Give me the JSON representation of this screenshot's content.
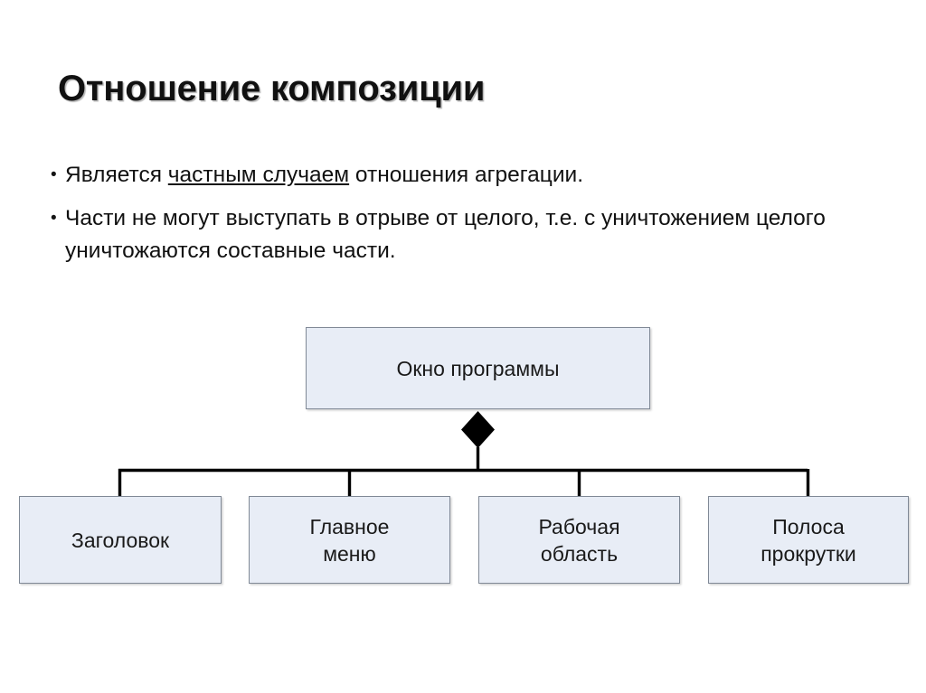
{
  "slide": {
    "title": "Отношение композиции",
    "bullets": [
      {
        "marker": "•",
        "prefix": "Является ",
        "underlined": "частным случаем",
        "suffix": " отношения агрегации."
      },
      {
        "marker": "•",
        "text": "Части не могут выступать в отрыве от целого, т.е. с уничтожением целого уничтожаются составные части."
      }
    ]
  },
  "diagram": {
    "type": "uml-composition",
    "relation_symbol": "filled-diamond",
    "root": {
      "label": "Окно программы"
    },
    "parts": [
      {
        "label": "Заголовок"
      },
      {
        "label": "Главное\nменю"
      },
      {
        "label": "Рабочая\nобласть"
      },
      {
        "label": "Полоса\nпрокрутки"
      }
    ],
    "colors": {
      "node_fill": "#e8edf6",
      "node_border": "#808996",
      "connector": "#000000",
      "text": "#1a1a1a"
    }
  }
}
